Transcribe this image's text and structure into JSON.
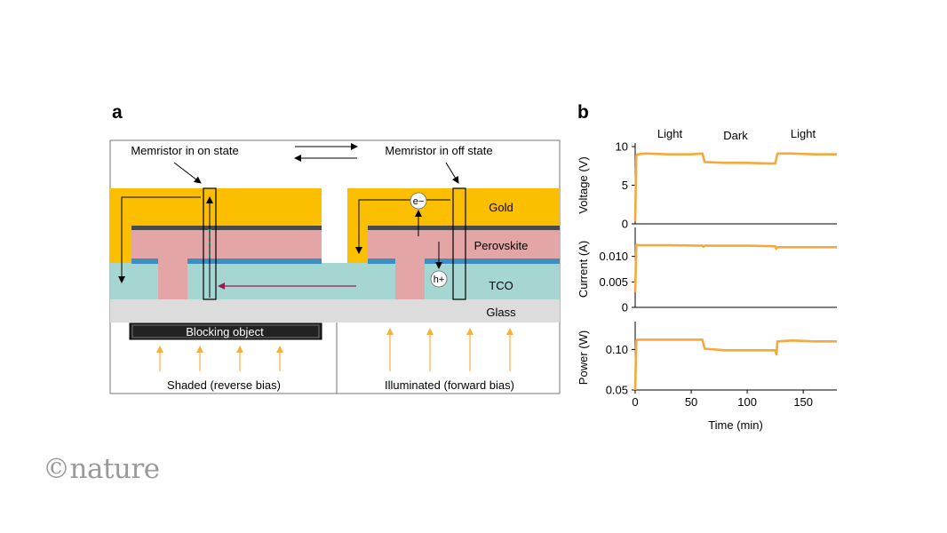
{
  "panel_a": {
    "letter": "a",
    "memristor_on_label": "Memristor in on state",
    "memristor_off_label": "Memristor in off state",
    "layer_gold": "Gold",
    "layer_perovskite": "Perovskite",
    "layer_tco": "TCO",
    "layer_glass": "Glass",
    "blocking_object_label": "Blocking object",
    "shaded_label": "Shaded (reverse bias)",
    "illuminated_label": "Illuminated (forward bias)",
    "electron_label": "e−",
    "hole_label": "h+",
    "colors": {
      "gold": "#fbbf00",
      "perovskite": "#e3a5a5",
      "tco": "#a6d6d2",
      "glass": "#dcdcdc",
      "contact_blue": "#3c8fc0",
      "current_arrow": "#9e1b4f",
      "light_arrow": "#f5b042",
      "blocking_object": "#222222"
    }
  },
  "panel_b": {
    "letter": "b",
    "xlabel": "Time (min)",
    "x_ticks": [
      "0",
      "50",
      "100",
      "150"
    ],
    "region_labels": [
      "Light",
      "Dark",
      "Light"
    ],
    "line_color": "#f4a93d"
  },
  "chart_data": [
    {
      "type": "line",
      "ylabel": "Voltage (V)",
      "y_ticks": [
        "10",
        "5",
        "0"
      ],
      "ylim": [
        0,
        10
      ],
      "xlim": [
        0,
        180
      ],
      "x": [
        0,
        1,
        2,
        10,
        30,
        50,
        60,
        62,
        80,
        100,
        120,
        125,
        127,
        140,
        160,
        180
      ],
      "y": [
        0.3,
        8.8,
        9.0,
        9.1,
        9.0,
        9.0,
        9.1,
        8.0,
        7.9,
        7.9,
        7.8,
        7.8,
        9.1,
        9.1,
        9.0,
        9.0
      ]
    },
    {
      "type": "line",
      "ylabel": "Current (A)",
      "y_ticks": [
        "0.010",
        "0.005",
        "0"
      ],
      "ylim": [
        0,
        0.015
      ],
      "xlim": [
        0,
        180
      ],
      "x": [
        0,
        1,
        2,
        30,
        60,
        61,
        62,
        100,
        125,
        126,
        127,
        150,
        180
      ],
      "y": [
        0.003,
        0.0123,
        0.0122,
        0.0122,
        0.0121,
        0.0119,
        0.0121,
        0.0121,
        0.012,
        0.0115,
        0.0118,
        0.0118,
        0.0118
      ]
    },
    {
      "type": "line",
      "ylabel": "Power (W)",
      "y_ticks": [
        "0.10",
        "0.05"
      ],
      "ylim": [
        0.05,
        0.13
      ],
      "xlim": [
        0,
        180
      ],
      "x": [
        0,
        1,
        2,
        30,
        60,
        62,
        80,
        100,
        120,
        125,
        126,
        127,
        140,
        160,
        180
      ],
      "y": [
        0.05,
        0.111,
        0.112,
        0.112,
        0.112,
        0.101,
        0.099,
        0.099,
        0.099,
        0.099,
        0.094,
        0.11,
        0.111,
        0.11,
        0.11
      ]
    }
  ]
}
